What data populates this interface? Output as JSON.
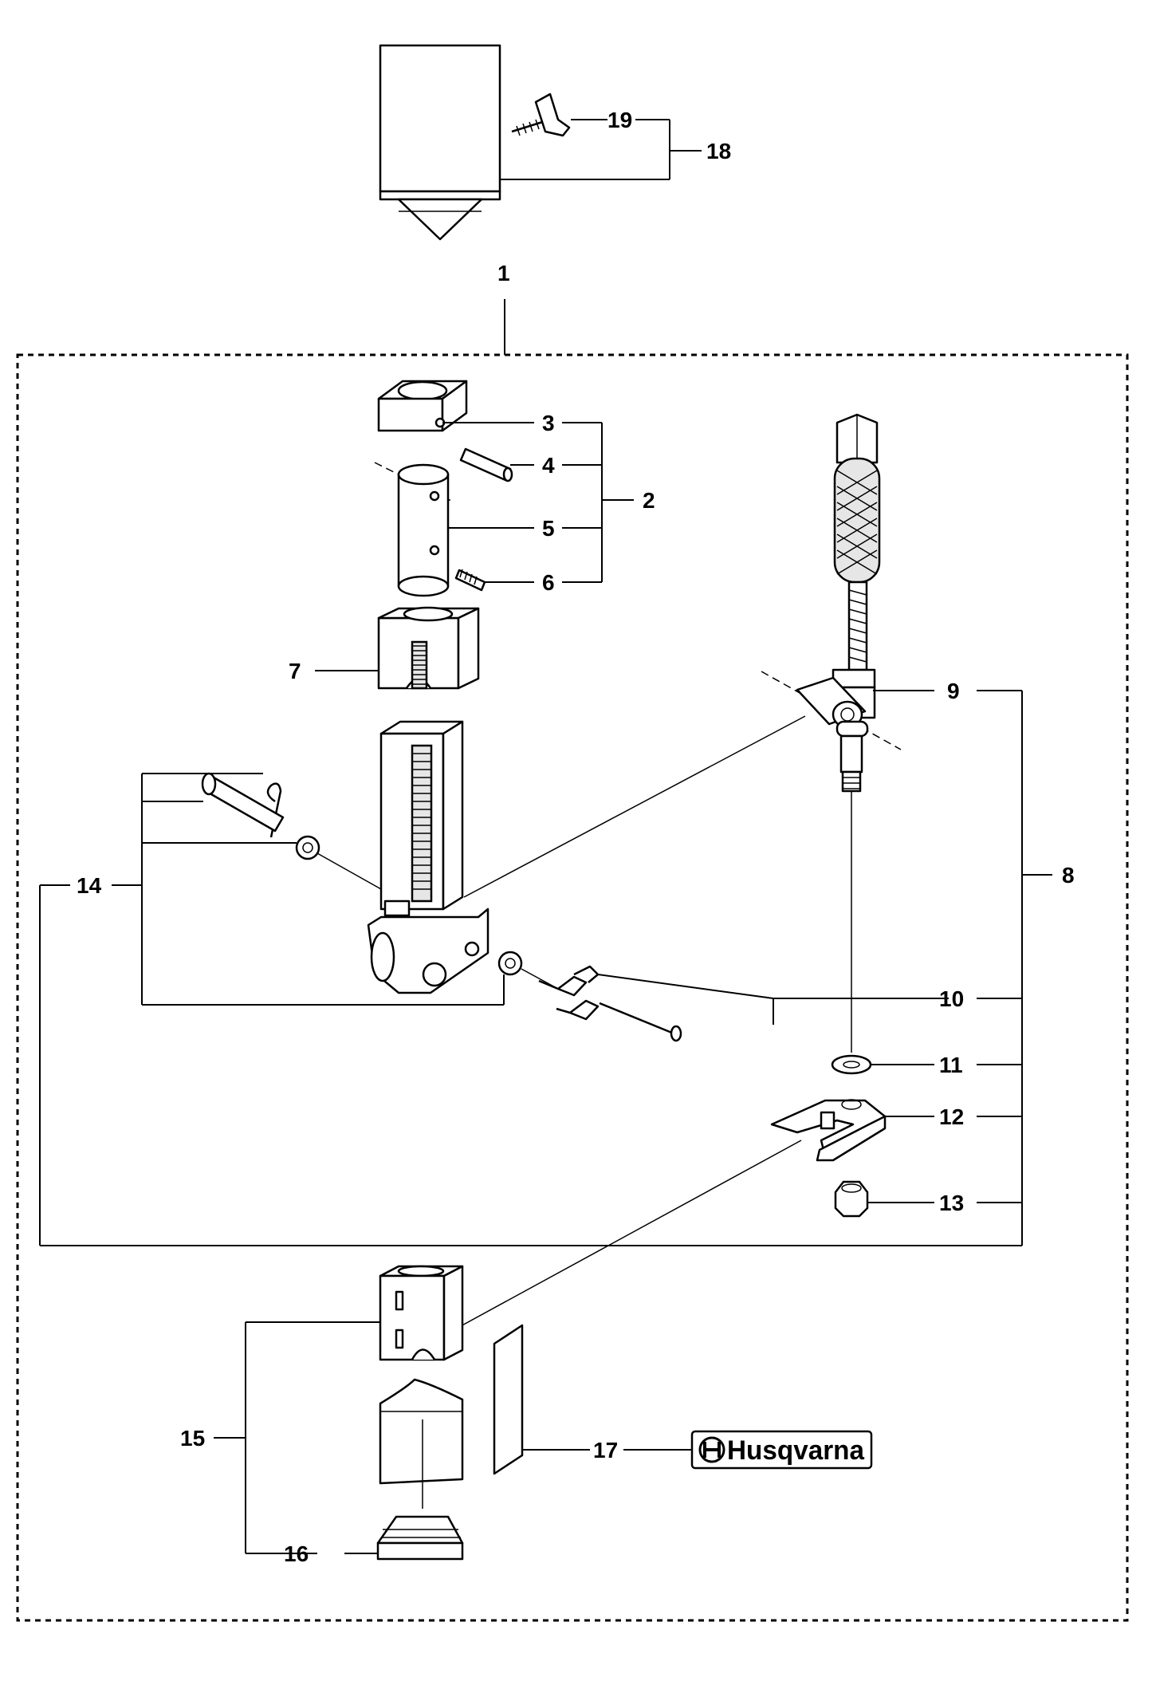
{
  "callouts": {
    "c1": "1",
    "c2": "2",
    "c3": "3",
    "c4": "4",
    "c5": "5",
    "c6": "6",
    "c7": "7",
    "c8": "8",
    "c9": "9",
    "c10": "10",
    "c11": "11",
    "c12": "12",
    "c13": "13",
    "c14": "14",
    "c15": "15",
    "c16": "16",
    "c17": "17",
    "c18": "18",
    "c19": "19"
  },
  "logo": {
    "brand": "Husqvarna"
  },
  "icons": {
    "logo_mark": "husqvarna-crown-icon"
  }
}
